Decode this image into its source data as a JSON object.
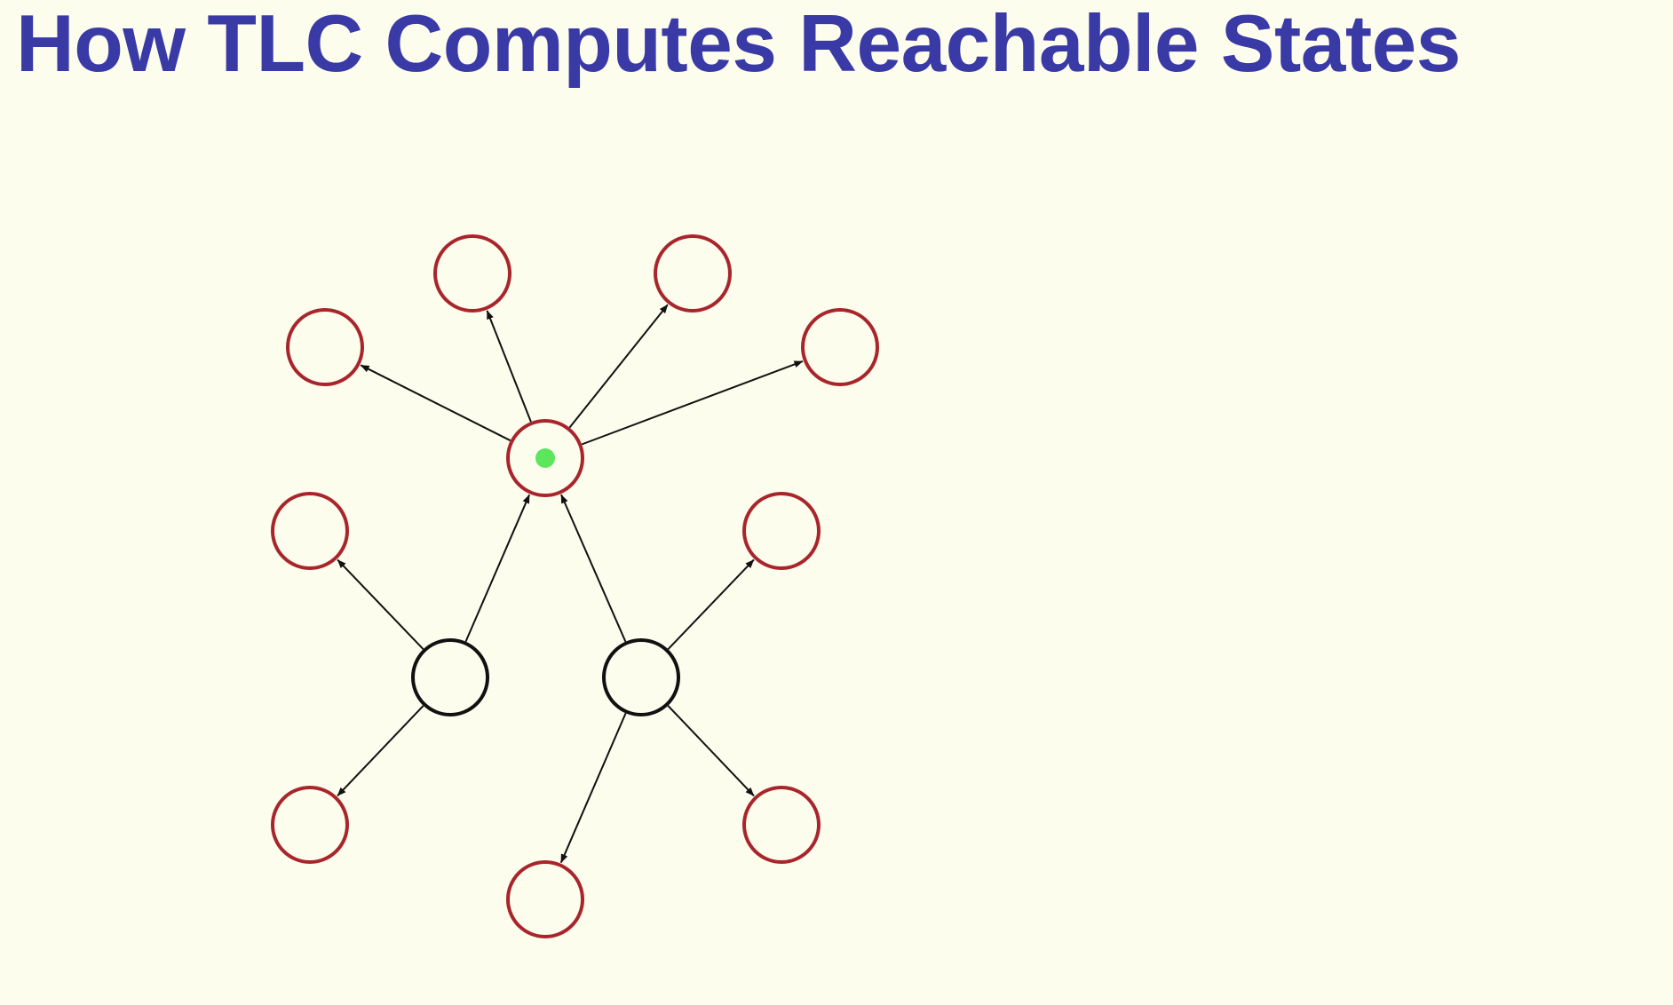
{
  "slide": {
    "title": "How TLC Computes Reachable States"
  },
  "diagram": {
    "colors": {
      "background": "#fdfdee",
      "title": "#3a3aa6",
      "found_state_stroke": "#a8262b",
      "initial_state_stroke": "#111111",
      "current_state_marker": "#5ce65c",
      "edge": "#111111"
    },
    "nodes": [
      {
        "id": "init-left",
        "kind": "initial"
      },
      {
        "id": "init-right",
        "kind": "initial"
      },
      {
        "id": "current",
        "kind": "found",
        "current": true
      },
      {
        "id": "top-left",
        "kind": "found"
      },
      {
        "id": "top-right",
        "kind": "found"
      },
      {
        "id": "upper-far-left",
        "kind": "found"
      },
      {
        "id": "upper-far-right",
        "kind": "found"
      },
      {
        "id": "mid-left",
        "kind": "found"
      },
      {
        "id": "mid-right",
        "kind": "found"
      },
      {
        "id": "bottom-left",
        "kind": "found"
      },
      {
        "id": "bottom-center",
        "kind": "found"
      },
      {
        "id": "bottom-right",
        "kind": "found"
      }
    ],
    "edges": [
      {
        "from": "init-left",
        "to": "current"
      },
      {
        "from": "init-left",
        "to": "mid-left"
      },
      {
        "from": "init-left",
        "to": "bottom-left"
      },
      {
        "from": "init-right",
        "to": "current"
      },
      {
        "from": "init-right",
        "to": "mid-right"
      },
      {
        "from": "init-right",
        "to": "bottom-center"
      },
      {
        "from": "init-right",
        "to": "bottom-right"
      },
      {
        "from": "current",
        "to": "upper-far-left"
      },
      {
        "from": "current",
        "to": "top-left"
      },
      {
        "from": "current",
        "to": "top-right"
      },
      {
        "from": "current",
        "to": "upper-far-right"
      }
    ]
  }
}
